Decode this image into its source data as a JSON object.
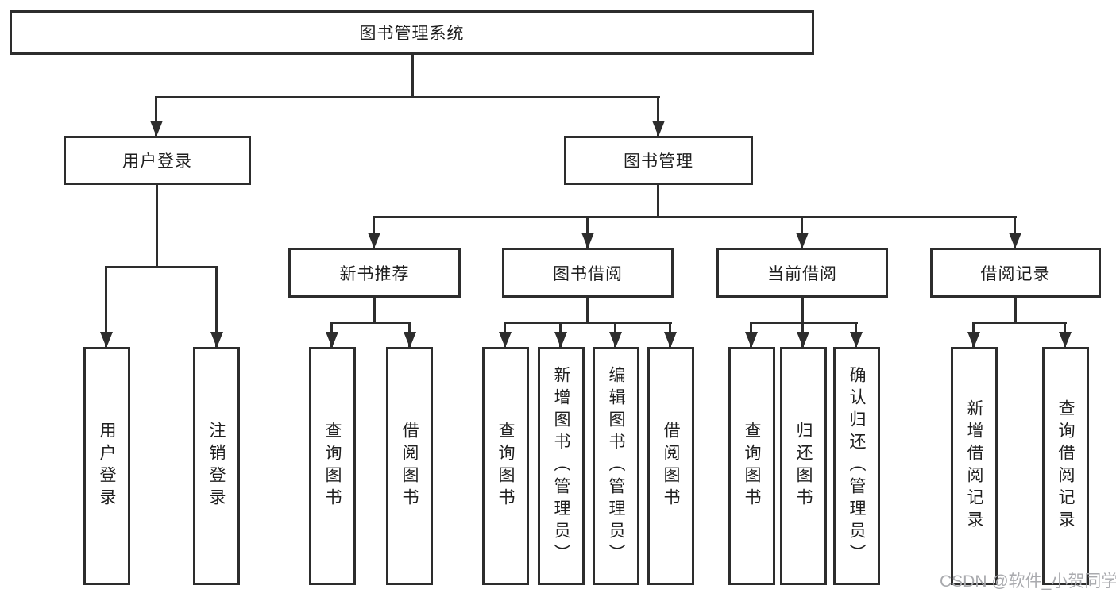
{
  "diagram": {
    "root_label": "图书管理系统",
    "level1": [
      "用户登录",
      "图书管理"
    ],
    "level2": [
      "新书推荐",
      "图书借阅",
      "当前借阅",
      "借阅记录"
    ],
    "leaves": {
      "login": [
        "用户登录",
        "注销登录"
      ],
      "recommend": [
        "查询图书",
        "借阅图书"
      ],
      "borrow": [
        "查询图书",
        "新增图书（管理员）",
        "编辑图书（管理员）",
        "借阅图书"
      ],
      "current": [
        "查询图书",
        "归还图书",
        "确认归还（管理员）"
      ],
      "records": [
        "新增借阅记录",
        "查询借阅记录"
      ]
    },
    "colors": {
      "line": "#2d2d2d",
      "text": "#1f1f1f",
      "background": "#ffffff"
    }
  },
  "watermark": {
    "text": "CSDN @软件_小贺同学",
    "color": "#a9aaae"
  }
}
